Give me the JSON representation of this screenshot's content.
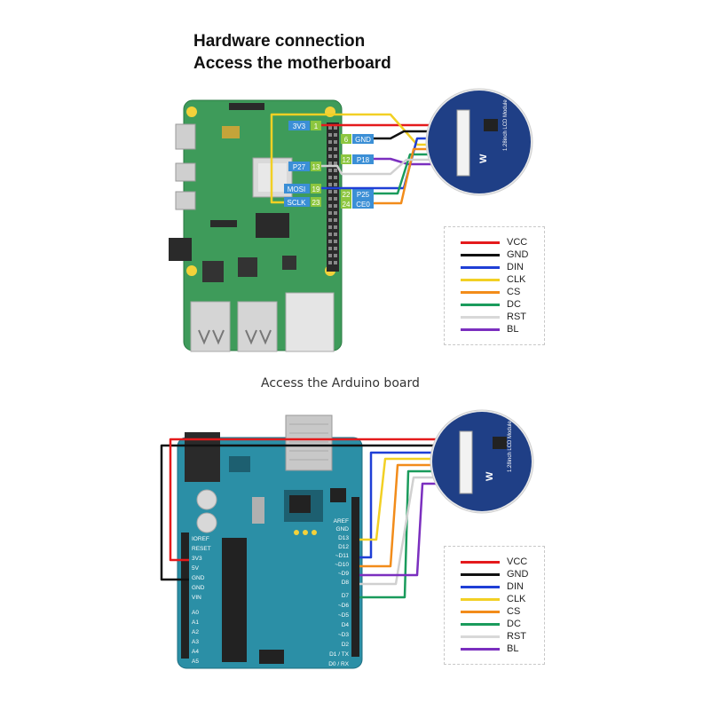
{
  "header": {
    "title_line1": "Hardware connection",
    "title_line2": "Access the motherboard",
    "arduino_caption": "Access the Arduino board"
  },
  "colors": {
    "vcc": "#e41a1c",
    "gnd": "#111111",
    "din": "#1f3fd6",
    "clk": "#f2d024",
    "cs": "#f28c1a",
    "dc": "#1a9b5c",
    "rst": "#d8d8d8",
    "bl": "#7b2fbf",
    "rpi_board": "#3e9b5a",
    "arduino_board": "#2b8fa6",
    "lcd_module": "#1f3f86"
  },
  "legend": {
    "items": [
      {
        "label": "VCC",
        "color": "#e41a1c"
      },
      {
        "label": "GND",
        "color": "#111111"
      },
      {
        "label": "DIN",
        "color": "#1f3fd6"
      },
      {
        "label": "CLK",
        "color": "#f2d024"
      },
      {
        "label": "CS",
        "color": "#f28c1a"
      },
      {
        "label": "DC",
        "color": "#1a9b5c"
      },
      {
        "label": "RST",
        "color": "#d8d8d8"
      },
      {
        "label": "BL",
        "color": "#7b2fbf"
      }
    ]
  },
  "rpi": {
    "pin_labels_left": [
      {
        "name": "3V3",
        "num": "1"
      },
      {
        "name": "P27",
        "num": "13"
      },
      {
        "name": "MOSI",
        "num": "19"
      },
      {
        "name": "SCLK",
        "num": "23"
      }
    ],
    "pin_labels_right": [
      {
        "name": "GND",
        "num": "6"
      },
      {
        "name": "P18",
        "num": "12"
      },
      {
        "name": "P25",
        "num": "22"
      },
      {
        "name": "CE0",
        "num": "24"
      }
    ]
  },
  "lcd": {
    "pins": [
      "VCC",
      "GND",
      "DIN",
      "CLK",
      "CS",
      "DC",
      "RST",
      "BL"
    ],
    "label": "1.28inch LCD Module"
  },
  "arduino": {
    "left_pins": [
      "IOREF",
      "RESET",
      "3V3",
      "5V",
      "GND",
      "GND",
      "VIN",
      "",
      "A0",
      "A1",
      "A2",
      "A3",
      "A4",
      "A5"
    ],
    "right_pins": [
      "AREF",
      "GND",
      "D13",
      "D12",
      "~D11",
      "~D10",
      "~D9",
      "D8",
      "",
      "D7",
      "~D6",
      "~D5",
      "D4",
      "~D3",
      "D2",
      "D1 / TX",
      "D0 / RX"
    ]
  }
}
